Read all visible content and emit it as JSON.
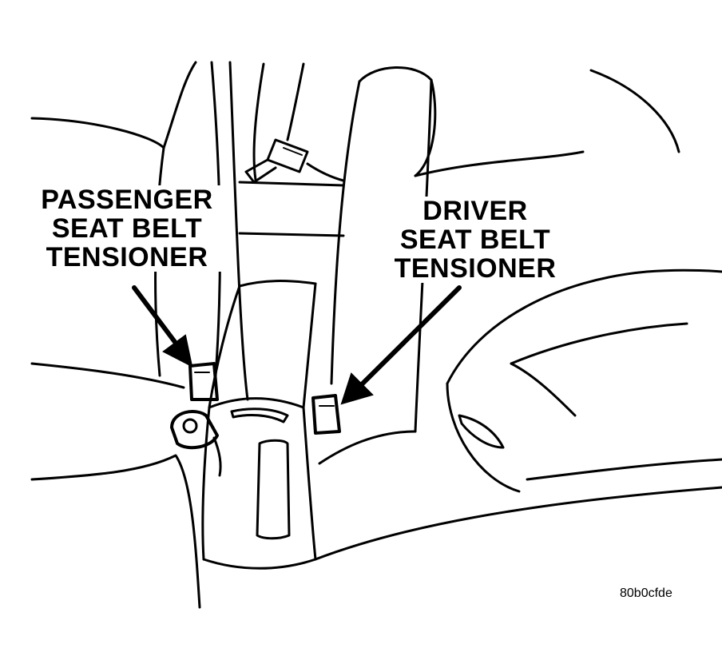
{
  "labels": {
    "passenger": {
      "lines": [
        "PASSENGER",
        "SEAT BELT",
        "TENSIONER"
      ]
    },
    "driver": {
      "lines": [
        "DRIVER",
        "SEAT BELT",
        "TENSIONER"
      ]
    }
  },
  "figure_id": "80b0cfde",
  "colors": {
    "ink": "#000000",
    "paper": "#ffffff"
  }
}
